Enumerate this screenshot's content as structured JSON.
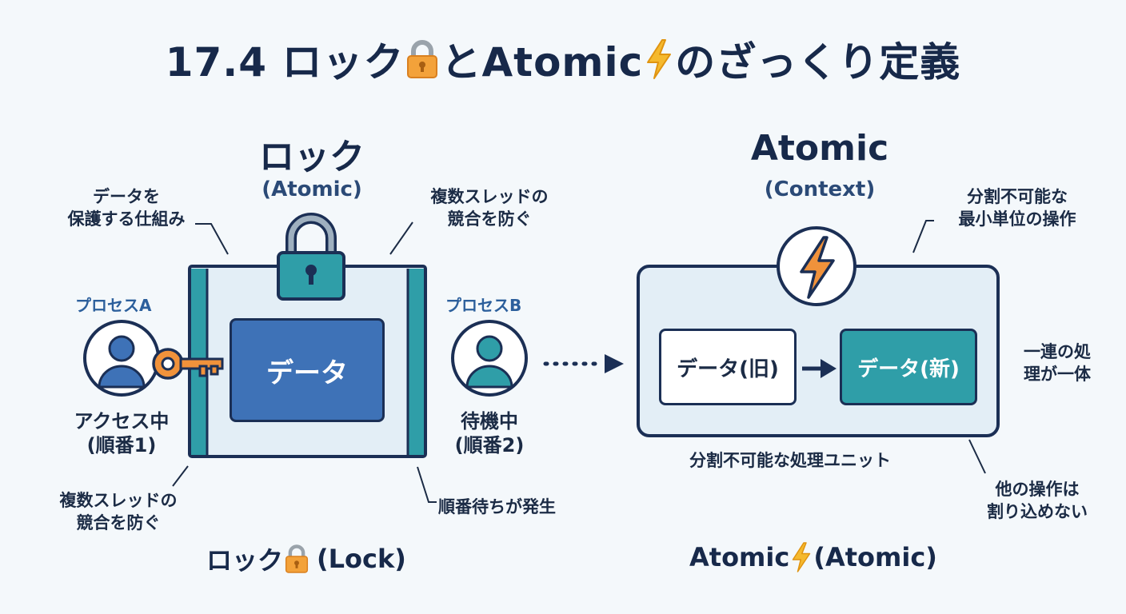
{
  "title": {
    "prefix": "17.4 ロック",
    "middle": "とAtomic",
    "suffix": "のざっくり定義"
  },
  "lock_section": {
    "heading": "ロック",
    "subheading": "(Atomic)",
    "note_top_left": [
      "データを",
      "保護する仕組み"
    ],
    "note_top_right": [
      "複数スレッドの",
      "競合を防ぐ"
    ],
    "note_bottom_left": [
      "複数スレッドの",
      "競合を防ぐ"
    ],
    "note_bottom_right": "順番待ちが発生",
    "data_label": "データ",
    "process_a": {
      "label": "プロセスA",
      "state": [
        "アクセス中",
        "(順番1)"
      ]
    },
    "process_b": {
      "label": "プロセスB",
      "state": [
        "待機中",
        "(順番2)"
      ]
    },
    "footer_prefix": "ロック",
    "footer_suffix": "(Lock)"
  },
  "atomic_section": {
    "heading": "Atomic",
    "subheading": "(Context)",
    "note_top_right": [
      "分割不可能な",
      "最小単位の操作"
    ],
    "note_right": [
      "一連の処",
      "理が一体"
    ],
    "note_bottom_center": "分割不可能な処理ユニット",
    "note_bottom_right": [
      "他の操作は",
      "割り込めない"
    ],
    "data_old": "データ(旧)",
    "data_new": "データ(新)",
    "footer_prefix": "Atomic",
    "footer_suffix": "(Atomic)"
  },
  "colors": {
    "navy": "#1b2f55",
    "blue": "#3e72b7",
    "teal": "#2f9ea8",
    "light_blue": "#e3eef6",
    "orange": "#f0923b"
  }
}
